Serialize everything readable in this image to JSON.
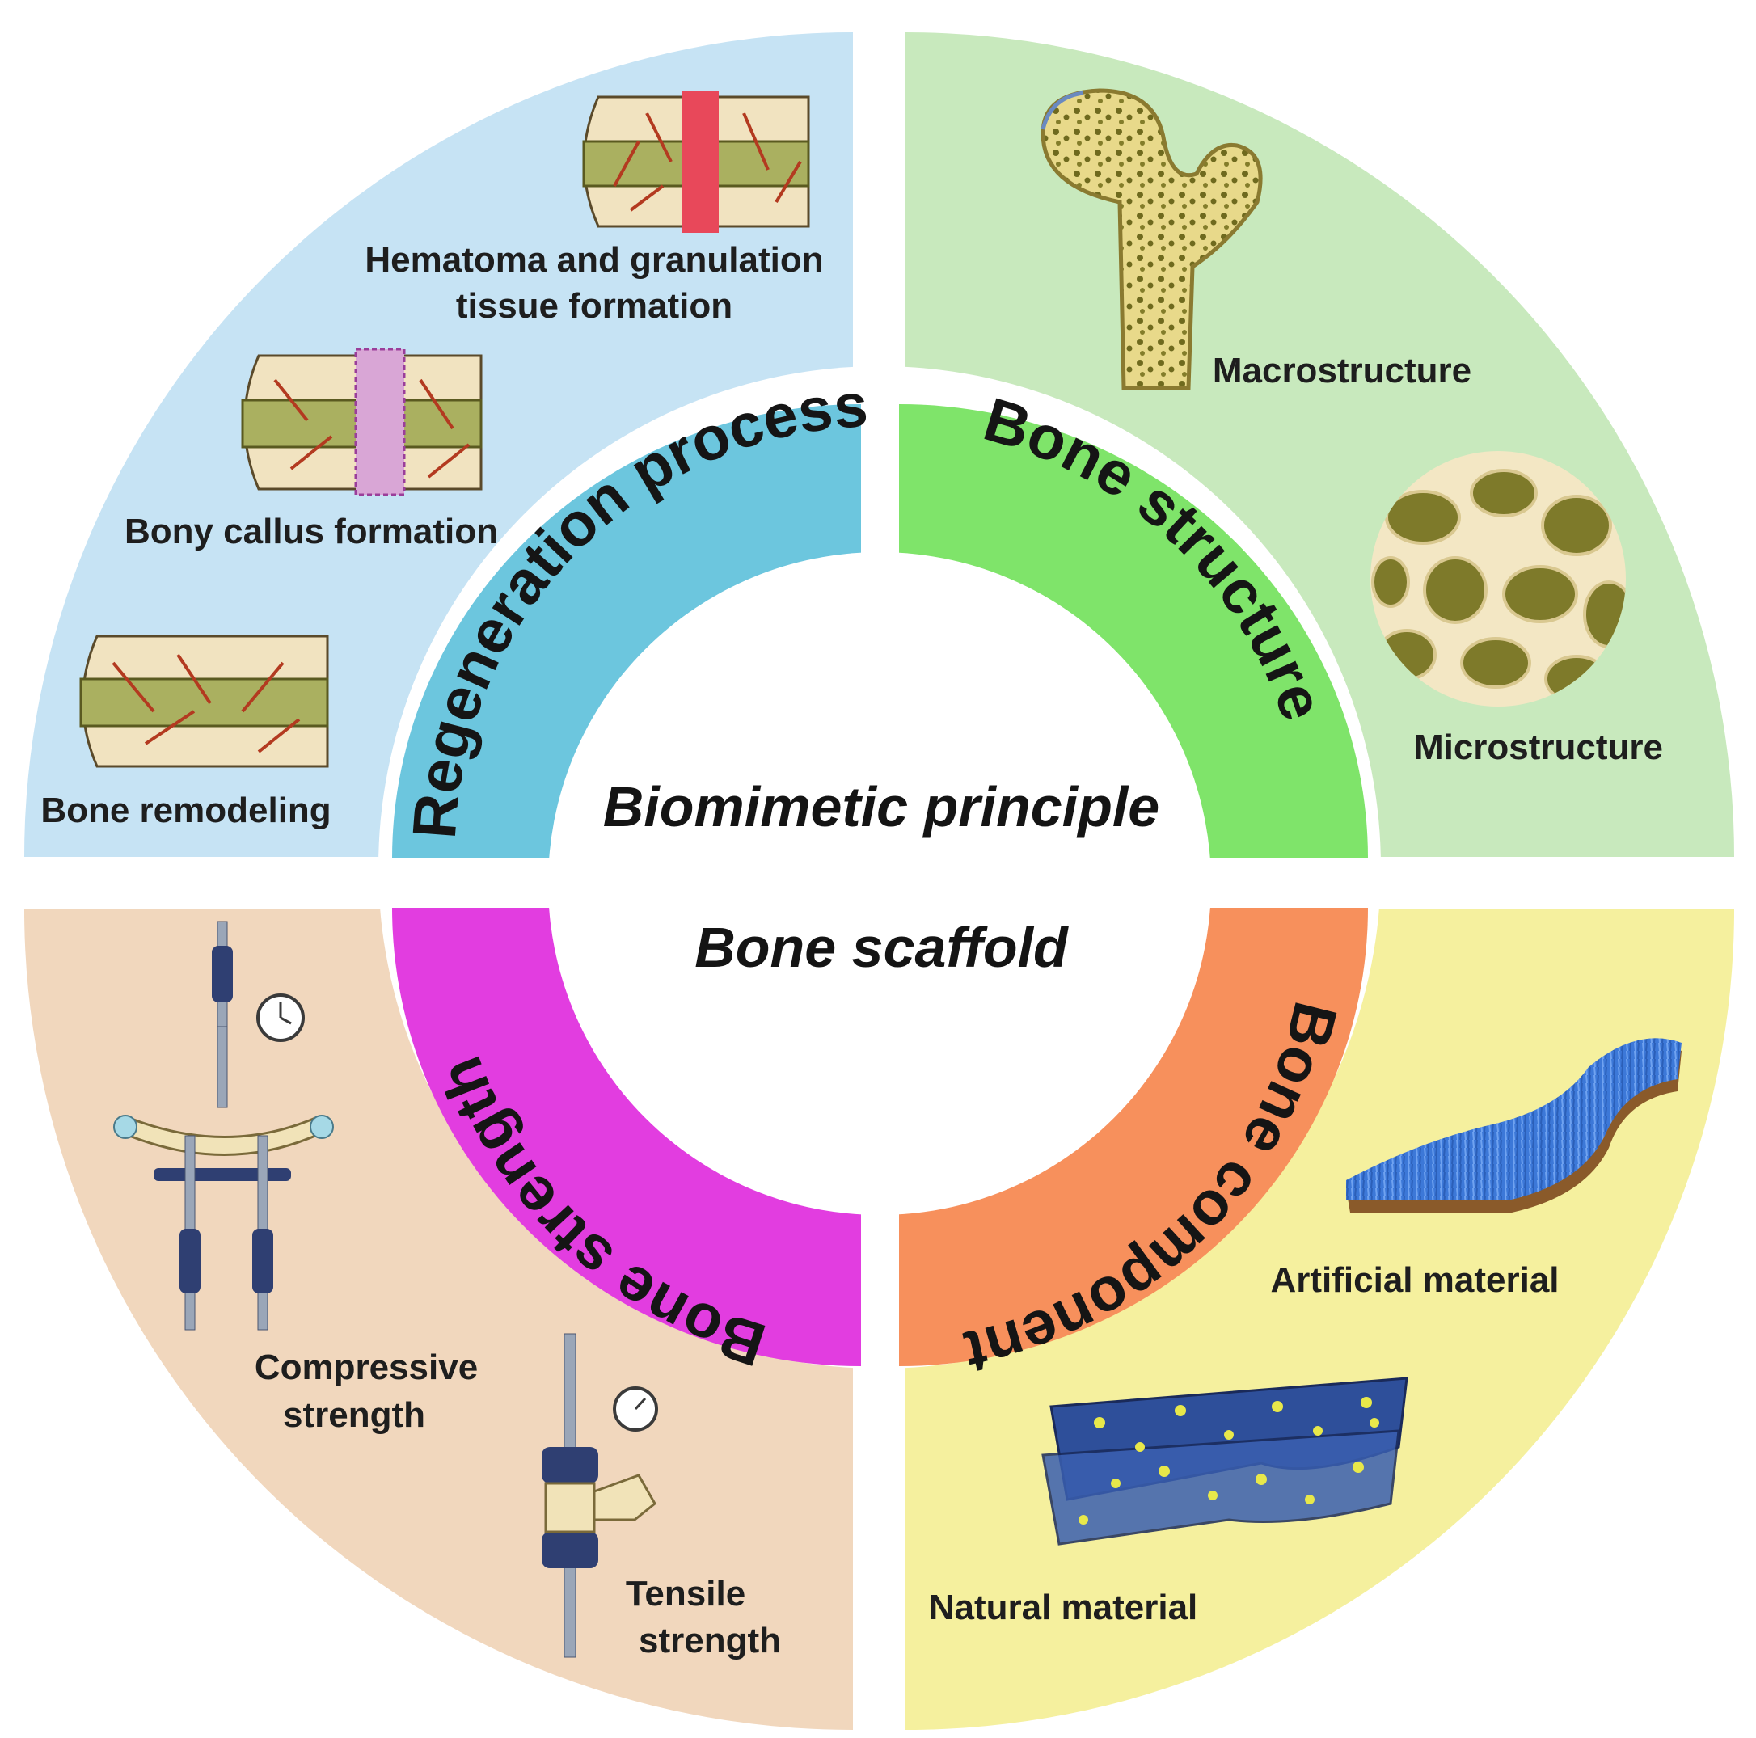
{
  "center": {
    "top_label": "Biomimetic principle",
    "bottom_label": "Bone scaffold"
  },
  "quadrants": {
    "regeneration": {
      "arc_label": "Regeneration process",
      "color_outer": "#c6e3f4",
      "color_inner": "#6cc6de",
      "items": [
        "Hematoma and granulation",
        "tissue formation",
        "Bony callus formation",
        "Bone remodeling"
      ]
    },
    "structure": {
      "arc_label": "Bone structure",
      "color_outer": "#c8e9bd",
      "color_inner": "#7fe46a",
      "items": [
        "Macrostructure",
        "Microstructure"
      ]
    },
    "strength": {
      "arc_label": "Bone strength",
      "color_outer": "#f1d7bd",
      "color_inner": "#e23de0",
      "items": [
        "Compressive",
        "strength",
        "Tensile",
        "strength"
      ]
    },
    "component": {
      "arc_label": "Bone component",
      "color_outer": "#f5f09e",
      "color_inner": "#f7905c",
      "items": [
        "Artificial material",
        "Natural material"
      ]
    }
  }
}
